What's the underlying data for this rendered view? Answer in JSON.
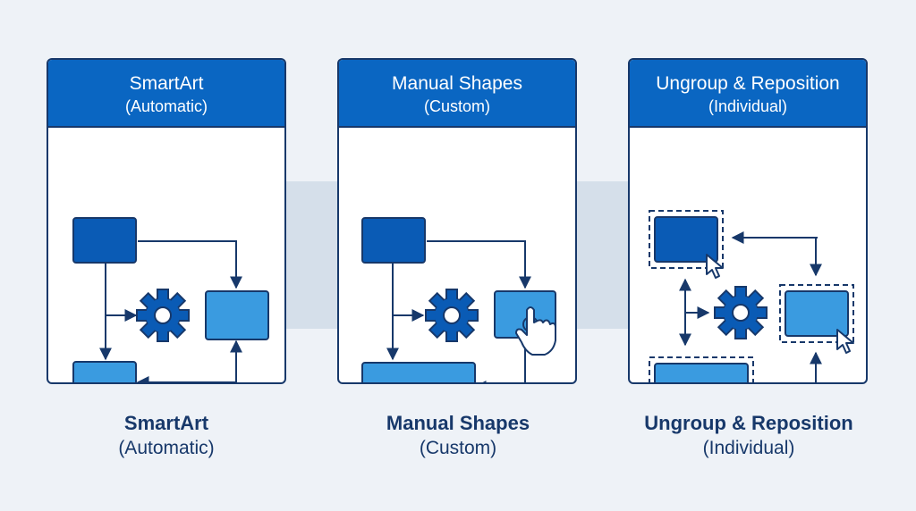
{
  "panels": [
    {
      "title": "SmartArt",
      "subtitle": "(Automatic)"
    },
    {
      "title": "Manual Shapes",
      "subtitle": "(Custom)"
    },
    {
      "title": "Ungroup & Reposition",
      "subtitle": "(Individual)"
    }
  ],
  "captions": [
    {
      "title": "SmartArt",
      "subtitle": "(Automatic)"
    },
    {
      "title": "Manual Shapes",
      "subtitle": "(Custom)"
    },
    {
      "title": "Ungroup & Reposition",
      "subtitle": "(Individual)"
    }
  ],
  "colors": {
    "header_blue": "#0a66c2",
    "dark_navy": "#17386a",
    "shape_dark": "#0a5bb5",
    "shape_light": "#3a9be0",
    "background": "#eef2f7",
    "band": "#d5dfea"
  },
  "icons": [
    "gear-icon",
    "hand-pointer-icon",
    "mouse-cursor-icon"
  ]
}
